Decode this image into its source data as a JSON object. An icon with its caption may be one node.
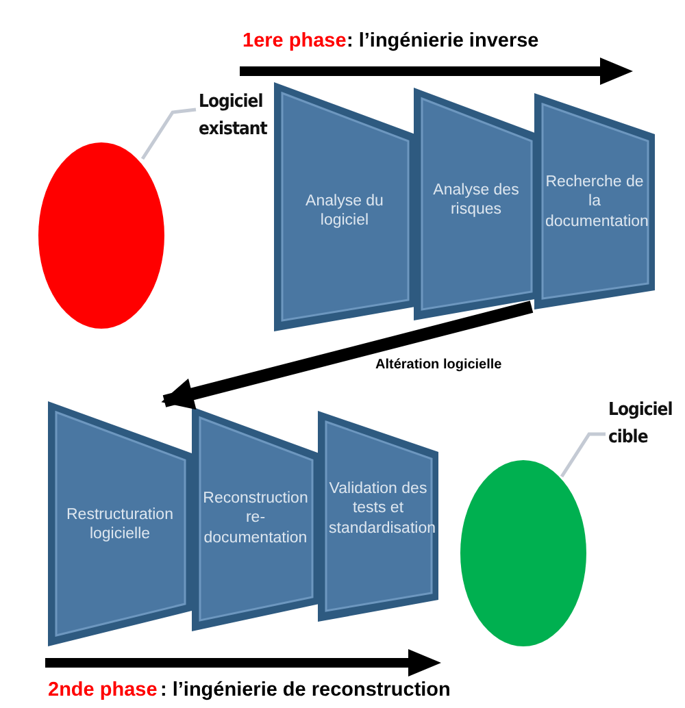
{
  "diagram": {
    "nodes": [
      {
        "text": [
          "Logiciel existant"
        ]
      },
      {
        "text": [],
        "shape": "circle"
      },
      {
        "text": [
          "Analyse du logiciel"
        ]
      },
      {
        "text": [
          "Analyse des risques"
        ]
      },
      {
        "text": [
          "Recherche de la documentation"
        ]
      },
      {
        "text": [
          "Restructuration logicielle"
        ]
      },
      {
        "text": [
          "Reconstruction re-documentation"
        ]
      },
      {
        "text": [
          "Validation des tests et standardisation"
        ]
      },
      {
        "text": [
          "Logiciel cible"
        ]
      },
      {
        "text": [],
        "shape": "circle"
      }
    ],
    "edges": [
      {
        "from": 0,
        "to": 1,
        "arrow": "none"
      },
      {
        "from": 4,
        "to": 5,
        "arrow": "to",
        "label": "Altération logicielle",
        "style": "thick",
        "color": "#000000"
      },
      {
        "from": 8,
        "to": 9,
        "arrow": "none"
      }
    ],
    "labels": [
      "1ere phase",
      ": l’ingénierie inverse",
      "2nde phase",
      ": l’ingénierie de reconstruction"
    ]
  }
}
